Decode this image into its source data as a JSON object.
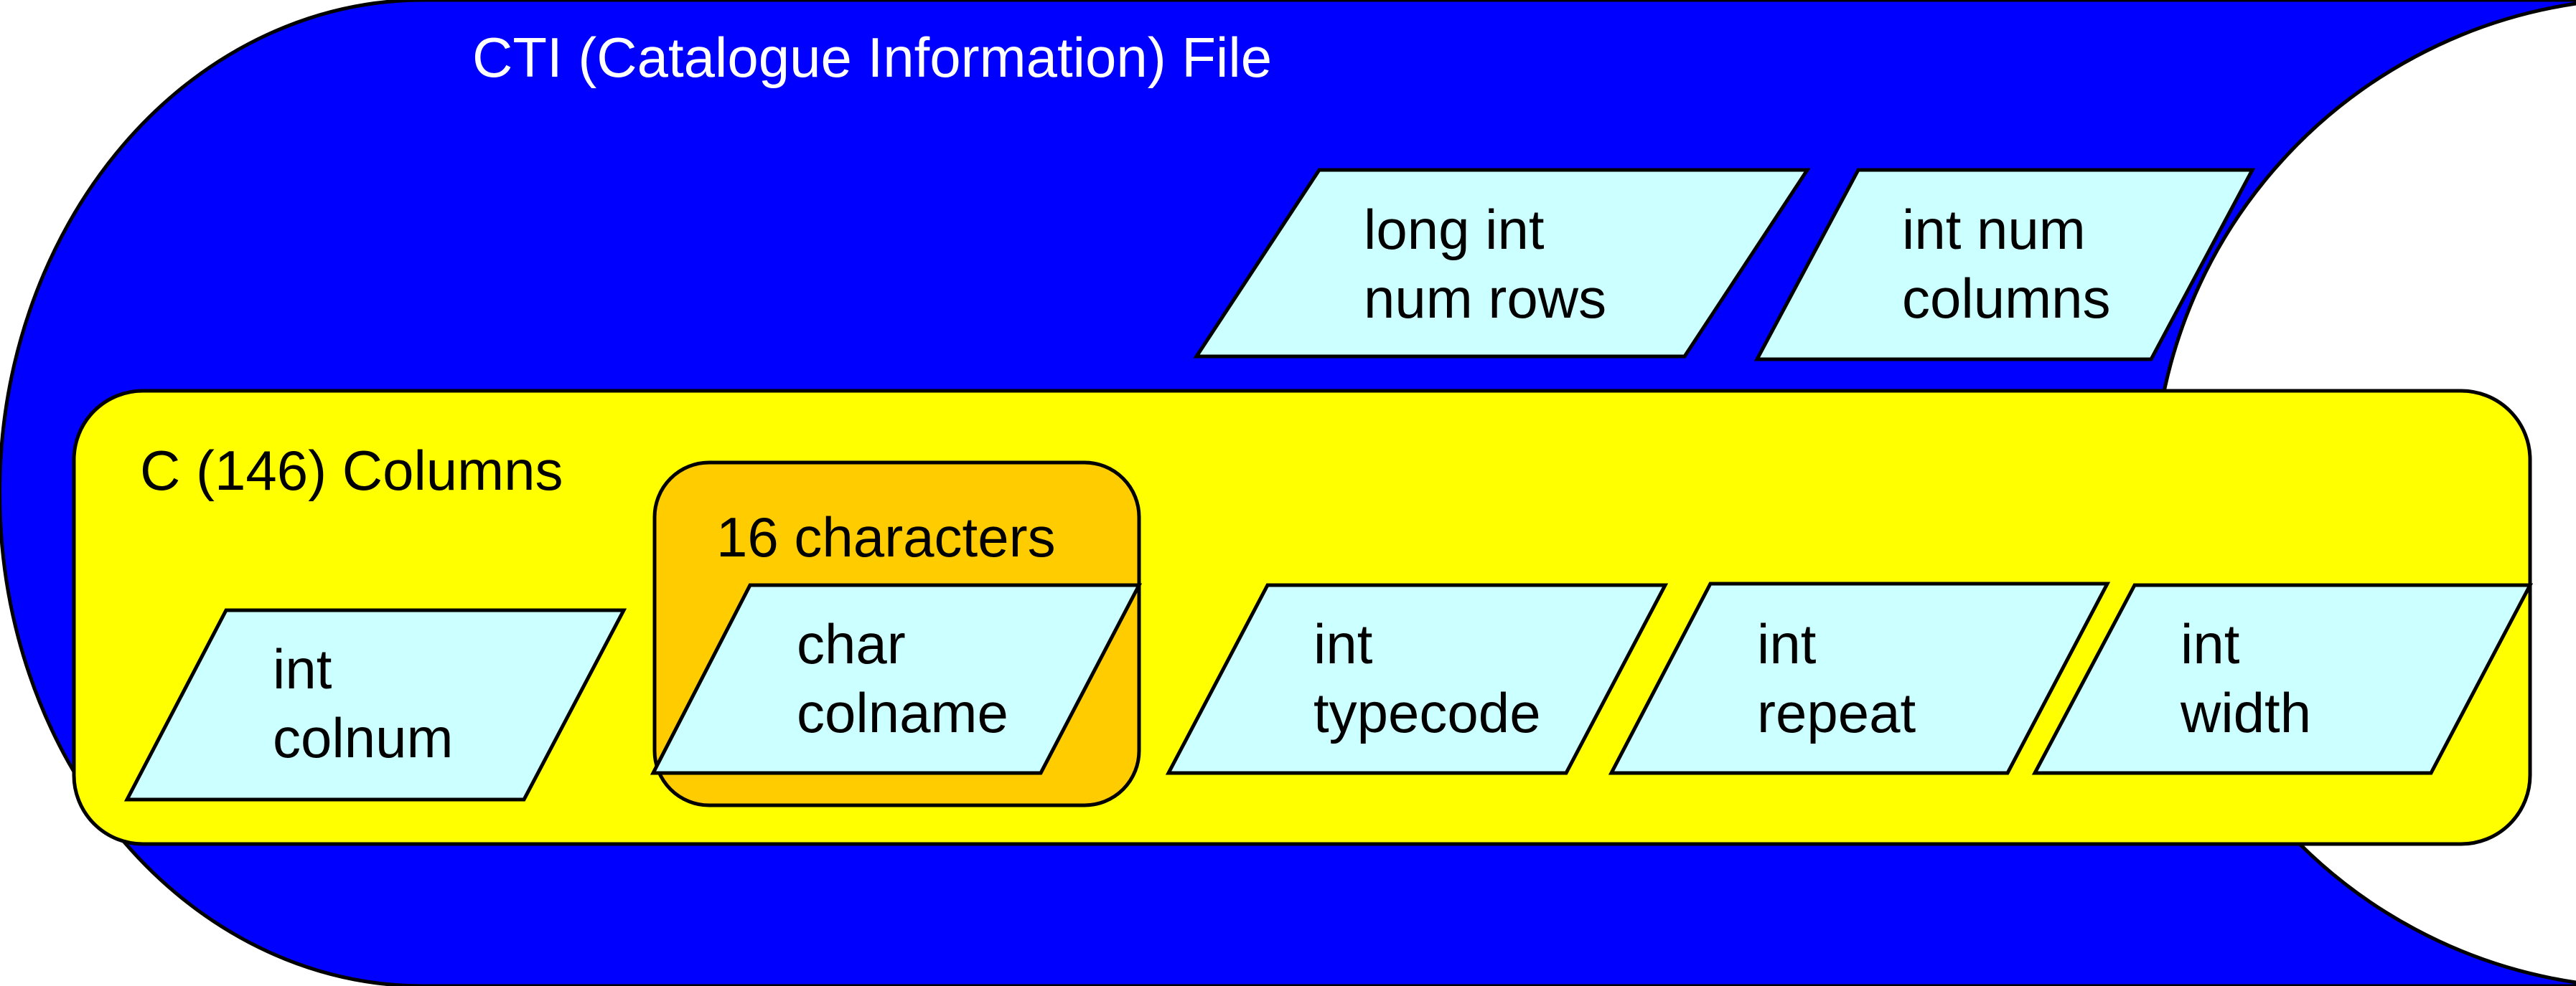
{
  "colors": {
    "file_fill": "#0000ff",
    "columns_fill": "#ffff00",
    "chars_fill": "#ffcc00",
    "field_fill": "#ccffff",
    "outline": "#000000",
    "background": "#ffffff"
  },
  "file": {
    "title": "CTI (Catalogue Information) File",
    "header_fields": [
      {
        "line1": "long int",
        "line2": "num rows"
      },
      {
        "line1": "int num",
        "line2": "columns"
      }
    ]
  },
  "columns_group": {
    "title": "C (146) Columns",
    "fixed_length_label": "16 characters",
    "fields": [
      {
        "line1": "int",
        "line2": "colnum"
      },
      {
        "line1": "char",
        "line2": "colname"
      },
      {
        "line1": "int",
        "line2": "typecode"
      },
      {
        "line1": "int",
        "line2": "repeat"
      },
      {
        "line1": "int",
        "line2": "width"
      }
    ]
  }
}
